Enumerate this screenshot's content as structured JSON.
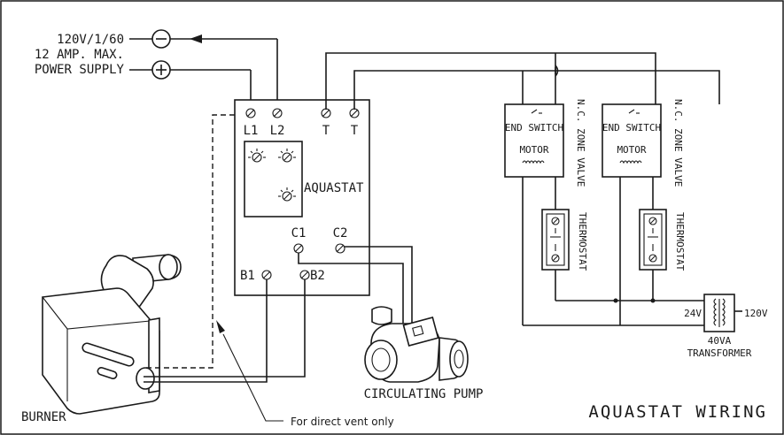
{
  "diagram": {
    "title": "AQUASTAT WIRING",
    "power_supply": [
      "120V/1/60",
      "12 AMP. MAX.",
      "POWER SUPPLY"
    ],
    "aquastat": {
      "label": "AQUASTAT",
      "terminals": [
        "L1",
        "L2",
        "T",
        "T"
      ],
      "c1": "C1",
      "c2": "C2",
      "b1": "B1",
      "b2": "B2"
    },
    "zone_valves": [
      {
        "end_switch": "END SWITCH",
        "motor": "MOTOR",
        "valve": "N.C. ZONE VALVE",
        "thermostat": "THERMOSTAT"
      },
      {
        "end_switch": "END SWITCH",
        "motor": "MOTOR",
        "valve": "N.C. ZONE VALVE",
        "thermostat": "THERMOSTAT"
      }
    ],
    "transformer": {
      "primary": "120V",
      "secondary": "24V",
      "rating": "40VA",
      "label": "TRANSFORMER"
    },
    "pump_label": "CIRCULATING PUMP",
    "burner_label": "BURNER",
    "note": "For direct vent only"
  }
}
